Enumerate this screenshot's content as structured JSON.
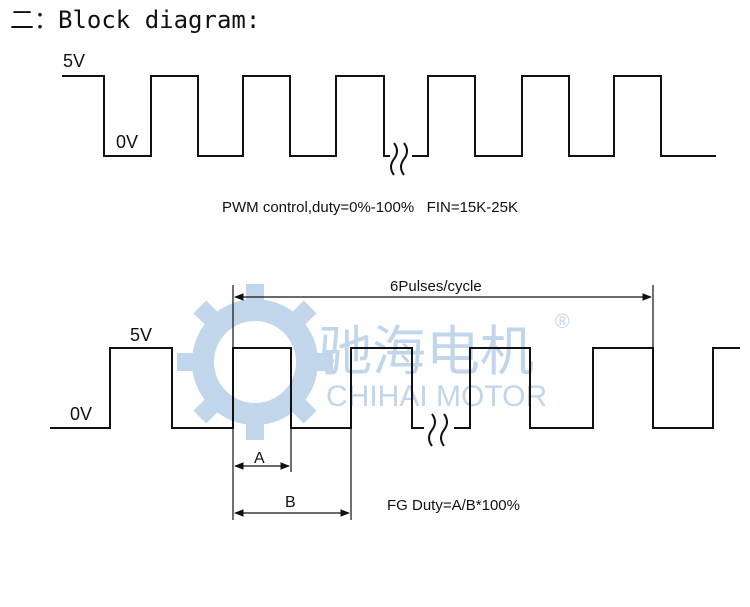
{
  "heading": "二：Block diagram:",
  "pwm": {
    "high_label": "5V",
    "low_label": "0V",
    "caption": "PWM control,duty=0%-100%   FIN=15K-25K"
  },
  "fg": {
    "high_label": "5V",
    "low_label": "0V",
    "cycle_label": "6Pulses/cycle",
    "a_label": "A",
    "b_label": "B",
    "formula": "FG Duty=A/B*100%"
  },
  "watermark": {
    "chinese": "驰海电机",
    "english": "CHIHAI MOTOR",
    "registered": "®",
    "color": "#8fb4dc"
  }
}
